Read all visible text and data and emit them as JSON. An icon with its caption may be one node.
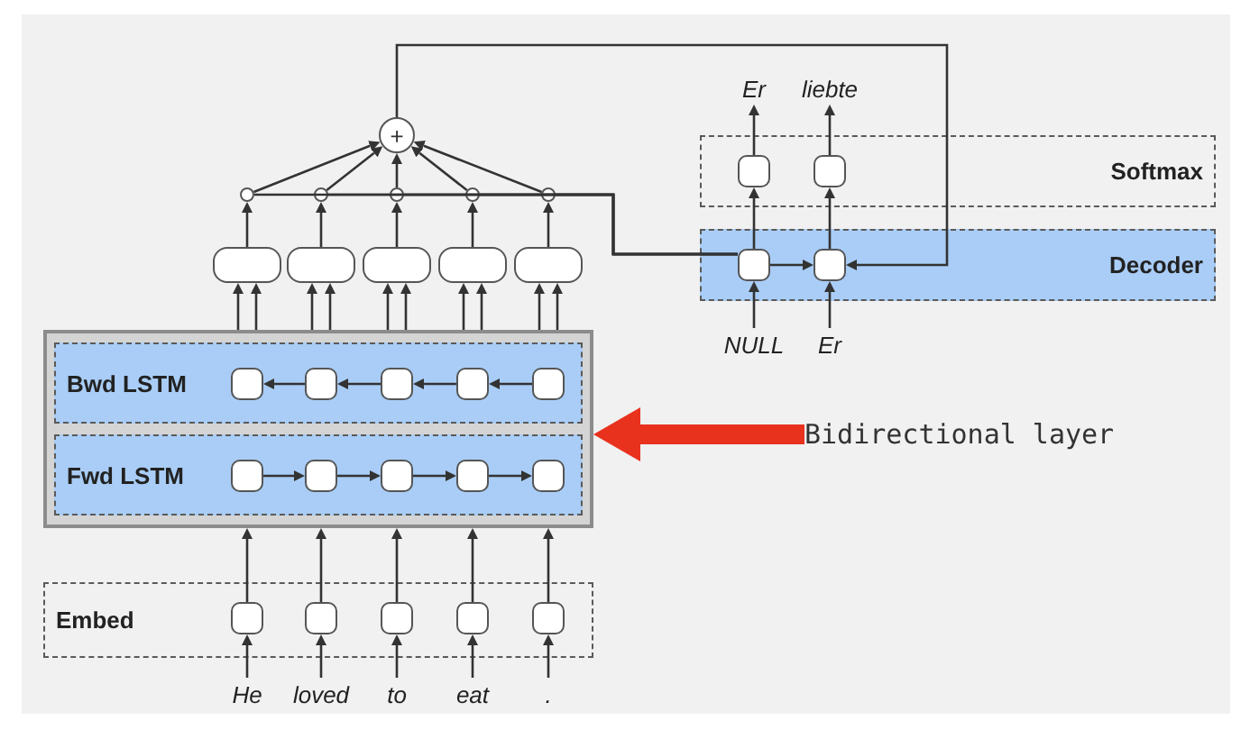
{
  "diagram": {
    "nodes": [
      {
        "text": [
          "+"
        ]
      },
      {
        "text": [],
        "shape": "circle"
      },
      {
        "text": [],
        "shape": "circle"
      },
      {
        "text": [],
        "shape": "circle"
      },
      {
        "text": [],
        "shape": "circle"
      },
      {
        "text": [],
        "shape": "circle"
      },
      {
        "text": [],
        "shape": "box"
      },
      {
        "text": [],
        "shape": "box"
      },
      {
        "text": [],
        "shape": "box"
      },
      {
        "text": [],
        "shape": "box"
      },
      {
        "text": [],
        "shape": "box"
      },
      {
        "text": [],
        "shape": "box"
      },
      {
        "text": [
          "Bwd LSTM"
        ],
        "in": 11
      },
      {
        "text": [],
        "shape": "box",
        "in": 12
      },
      {
        "text": [],
        "shape": "box",
        "in": 12
      },
      {
        "text": [],
        "shape": "box",
        "in": 12
      },
      {
        "text": [],
        "shape": "box",
        "in": 12
      },
      {
        "text": [],
        "shape": "box",
        "in": 12
      },
      {
        "text": [
          "Fwd LSTM"
        ],
        "in": 11
      },
      {
        "text": [],
        "shape": "box",
        "in": 18
      },
      {
        "text": [],
        "shape": "box",
        "in": 18
      },
      {
        "text": [],
        "shape": "box",
        "in": 18
      },
      {
        "text": [],
        "shape": "box",
        "in": 18
      },
      {
        "text": [],
        "shape": "box",
        "in": 18
      },
      {
        "text": [
          "Embed"
        ]
      },
      {
        "text": [],
        "shape": "box",
        "in": 24
      },
      {
        "text": [],
        "shape": "box",
        "in": 24
      },
      {
        "text": [],
        "shape": "box",
        "in": 24
      },
      {
        "text": [],
        "shape": "box",
        "in": 24
      },
      {
        "text": [],
        "shape": "box",
        "in": 24
      },
      {
        "text": [
          "He"
        ]
      },
      {
        "text": [
          "loved"
        ]
      },
      {
        "text": [
          "to"
        ]
      },
      {
        "text": [
          "eat"
        ]
      },
      {
        "text": [
          "."
        ]
      },
      {
        "text": [
          "Er"
        ]
      },
      {
        "text": [
          "liebte"
        ]
      },
      {
        "text": [
          "Softmax"
        ]
      },
      {
        "text": [],
        "shape": "box",
        "in": 37
      },
      {
        "text": [],
        "shape": "box",
        "in": 37
      },
      {
        "text": [
          "Decoder"
        ]
      },
      {
        "text": [],
        "shape": "box",
        "in": 40
      },
      {
        "text": [],
        "shape": "box",
        "in": 40
      },
      {
        "text": [
          "NULL"
        ]
      },
      {
        "text": [
          "Er"
        ]
      },
      {
        "text": [
          "Bidirectional layer"
        ]
      }
    ],
    "edges": [
      {
        "from": 30,
        "to": 25,
        "arrow": "to"
      },
      {
        "from": 31,
        "to": 26,
        "arrow": "to"
      },
      {
        "from": 32,
        "to": 27,
        "arrow": "to"
      },
      {
        "from": 33,
        "to": 28,
        "arrow": "to"
      },
      {
        "from": 34,
        "to": 29,
        "arrow": "to"
      },
      {
        "from": 25,
        "to": 11,
        "arrow": "to"
      },
      {
        "from": 26,
        "to": 11,
        "arrow": "to"
      },
      {
        "from": 27,
        "to": 11,
        "arrow": "to"
      },
      {
        "from": 28,
        "to": 11,
        "arrow": "to"
      },
      {
        "from": 29,
        "to": 11,
        "arrow": "to"
      },
      {
        "from": 19,
        "to": 20,
        "arrow": "to"
      },
      {
        "from": 20,
        "to": 21,
        "arrow": "to"
      },
      {
        "from": 21,
        "to": 22,
        "arrow": "to"
      },
      {
        "from": 22,
        "to": 23,
        "arrow": "to"
      },
      {
        "from": 17,
        "to": 16,
        "arrow": "to"
      },
      {
        "from": 16,
        "to": 15,
        "arrow": "to"
      },
      {
        "from": 15,
        "to": 14,
        "arrow": "to"
      },
      {
        "from": 14,
        "to": 13,
        "arrow": "to"
      },
      {
        "from": 11,
        "to": 6,
        "arrow": "to"
      },
      {
        "from": 11,
        "to": 6,
        "arrow": "to"
      },
      {
        "from": 11,
        "to": 7,
        "arrow": "to"
      },
      {
        "from": 11,
        "to": 7,
        "arrow": "to"
      },
      {
        "from": 11,
        "to": 8,
        "arrow": "to"
      },
      {
        "from": 11,
        "to": 8,
        "arrow": "to"
      },
      {
        "from": 11,
        "to": 9,
        "arrow": "to"
      },
      {
        "from": 11,
        "to": 9,
        "arrow": "to"
      },
      {
        "from": 11,
        "to": 10,
        "arrow": "to"
      },
      {
        "from": 11,
        "to": 10,
        "arrow": "to"
      },
      {
        "from": 6,
        "to": 1,
        "arrow": "to"
      },
      {
        "from": 7,
        "to": 2,
        "arrow": "to"
      },
      {
        "from": 8,
        "to": 3,
        "arrow": "to"
      },
      {
        "from": 9,
        "to": 4,
        "arrow": "to"
      },
      {
        "from": 10,
        "to": 5,
        "arrow": "to"
      },
      {
        "from": 1,
        "to": 0,
        "arrow": "to"
      },
      {
        "from": 2,
        "to": 0,
        "arrow": "to"
      },
      {
        "from": 3,
        "to": 0,
        "arrow": "to"
      },
      {
        "from": 4,
        "to": 0,
        "arrow": "to"
      },
      {
        "from": 5,
        "to": 0,
        "arrow": "to"
      },
      {
        "from": 0,
        "to": 42,
        "arrow": "to"
      },
      {
        "from": 41,
        "to": 1,
        "arrow": "none"
      },
      {
        "from": 41,
        "to": 2,
        "arrow": "none"
      },
      {
        "from": 41,
        "to": 3,
        "arrow": "none"
      },
      {
        "from": 41,
        "to": 4,
        "arrow": "none"
      },
      {
        "from": 41,
        "to": 5,
        "arrow": "none"
      },
      {
        "from": 43,
        "to": 41,
        "arrow": "to"
      },
      {
        "from": 44,
        "to": 42,
        "arrow": "to"
      },
      {
        "from": 41,
        "to": 42,
        "arrow": "to"
      },
      {
        "from": 41,
        "to": 38,
        "arrow": "to"
      },
      {
        "from": 42,
        "to": 39,
        "arrow": "to"
      },
      {
        "from": 38,
        "to": 35,
        "arrow": "to"
      },
      {
        "from": 39,
        "to": 36,
        "arrow": "to"
      },
      {
        "from": 45,
        "to": 11,
        "arrow": "to",
        "style": "thick",
        "color": "#e8321e"
      }
    ]
  }
}
